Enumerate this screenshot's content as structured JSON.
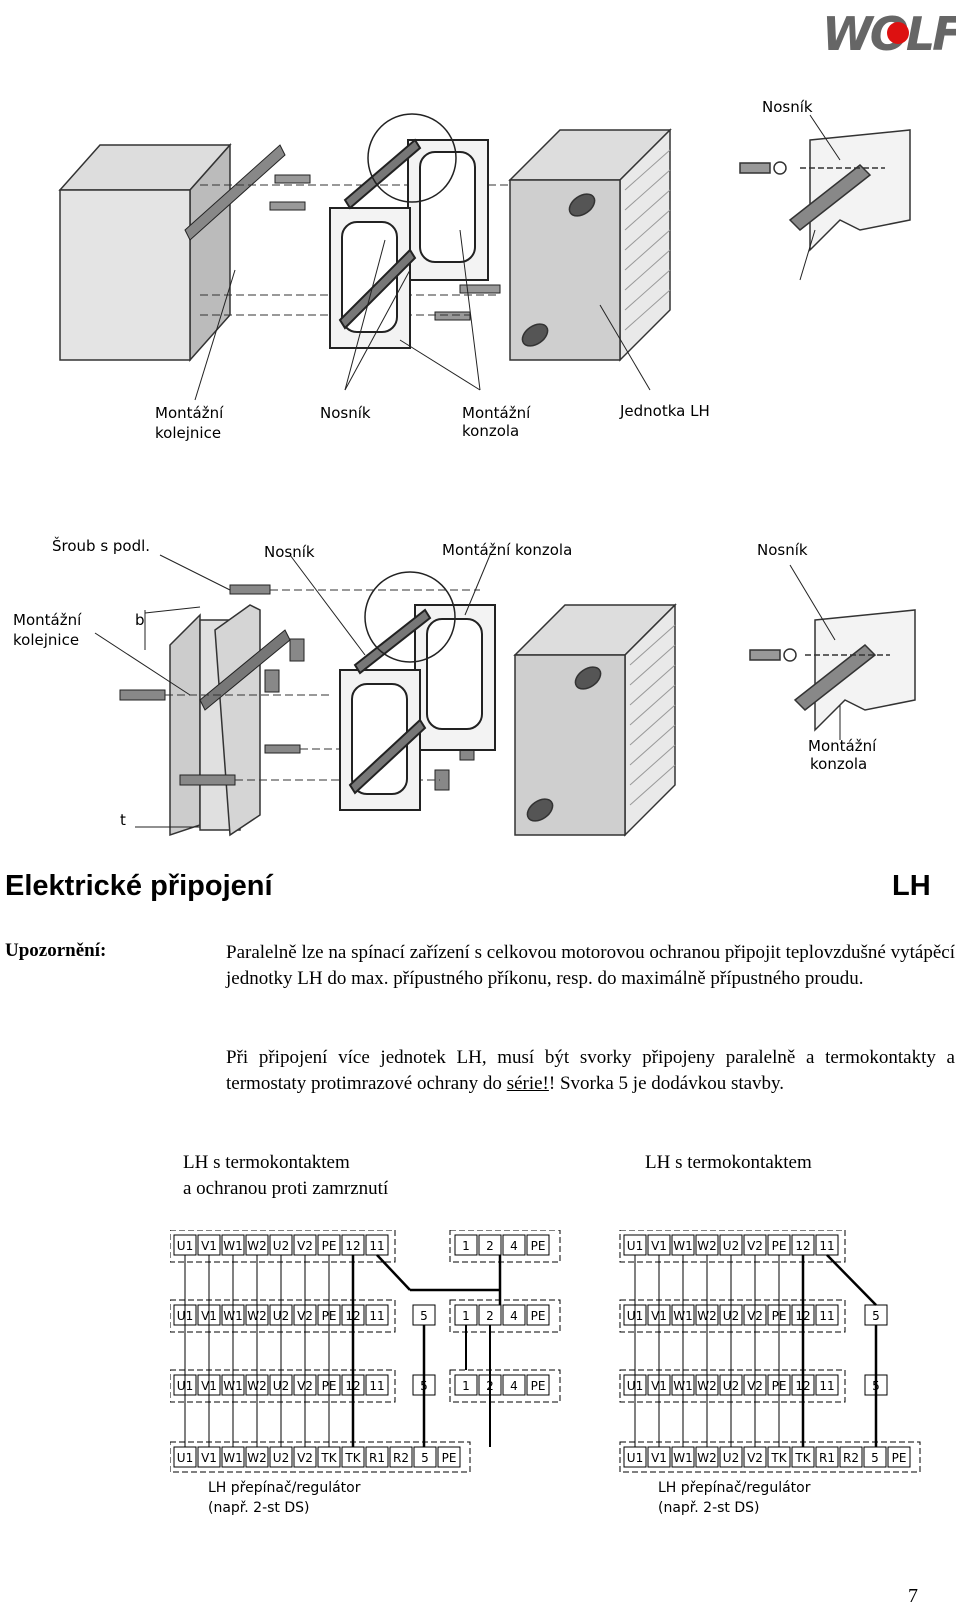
{
  "logo": {
    "text": "WOLF"
  },
  "figure1": {
    "labels": {
      "nosnik_right": "Nosník",
      "montazni_kolejnice": [
        "Montážní",
        "kolejnice"
      ],
      "nosnik": "Nosník",
      "montazni_konzola": [
        "Montážní",
        "konzola"
      ],
      "jednotka": "Jednotka LH"
    }
  },
  "figure2": {
    "labels": {
      "sroub": "Šroub s podl.",
      "nosnik": "Nosník",
      "montazni_konzola": "Montážní konzola",
      "nosnik_right": "Nosník",
      "montazni_kolejnice": [
        "Montážní",
        "kolejnice"
      ],
      "b": "b",
      "t": "t",
      "montazni_konzola_right": [
        "Montážní",
        "konzola"
      ]
    }
  },
  "section": {
    "heading": "Elektrické připojení",
    "tag": "LH",
    "note_label": "Upozornění:",
    "para1": "Paralelně lze na spínací zařízení s celkovou motorovou ochranou připojit teplovzdušné vytápěcí jednotky LH do max. přípustného příkonu, resp. do maximálně přípustného proudu.",
    "para2_a": "Při připojení více jednotek LH, musí být svorky připojeny paralelně a termokontakty a termostaty protimrazové ochrany do ",
    "para2_link": "série!",
    "para2_b": "! Svorka 5 je dodávkou stavby."
  },
  "captions": {
    "left_line1": "LH s termokontaktem",
    "left_line2": "a ochranou proti zamrznutí",
    "right": "LH s termokontaktem"
  },
  "wiring": {
    "terminals_main": [
      "U1",
      "V1",
      "W1",
      "W2",
      "U2",
      "V2",
      "PE",
      "12",
      "11"
    ],
    "terminals_frost": [
      "1",
      "2",
      "4",
      "PE"
    ],
    "terminal_5": "5",
    "controller_terminals": [
      "U1",
      "V1",
      "W1",
      "W2",
      "U2",
      "V2",
      "TK",
      "TK",
      "R1",
      "R2",
      "5",
      "PE"
    ],
    "controller_label": "LH přepínač/regulátor",
    "controller_note": "(např. 2-st DS)"
  },
  "page_number": "7"
}
